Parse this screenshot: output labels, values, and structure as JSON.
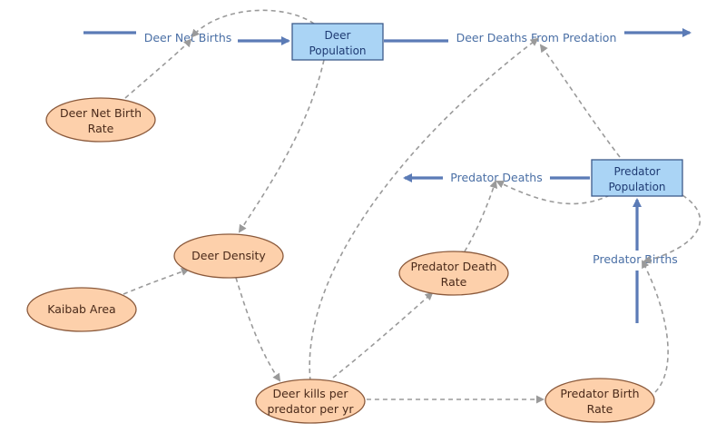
{
  "stocks": {
    "deer_population": [
      "Deer",
      "Population"
    ],
    "predator_population": [
      "Predator",
      "Population"
    ]
  },
  "flows": {
    "deer_net_births": "Deer Net Births",
    "deer_deaths_from_predation": "Deer Deaths From Predation",
    "predator_deaths": "Predator Deaths",
    "predator_births": "Predator Births"
  },
  "variables": {
    "deer_net_birth_rate": [
      "Deer Net Birth",
      "Rate"
    ],
    "deer_density": [
      "Deer Density"
    ],
    "kaibab_area": [
      "Kaibab Area"
    ],
    "predator_death_rate": [
      "Predator Death",
      "Rate"
    ],
    "deer_kills_per_predator": [
      "Deer kills per",
      "predator per yr"
    ],
    "predator_birth_rate": [
      "Predator Birth",
      "Rate"
    ]
  },
  "colors": {
    "stock_fill": "#aad4f5",
    "stock_stroke": "#3d5a8a",
    "variable_fill": "#fdd0ab",
    "variable_stroke": "#8b5a3c",
    "flow": "#5b7bb6",
    "flow_label": "#4a6fa5",
    "link": "#9a9a9a"
  }
}
